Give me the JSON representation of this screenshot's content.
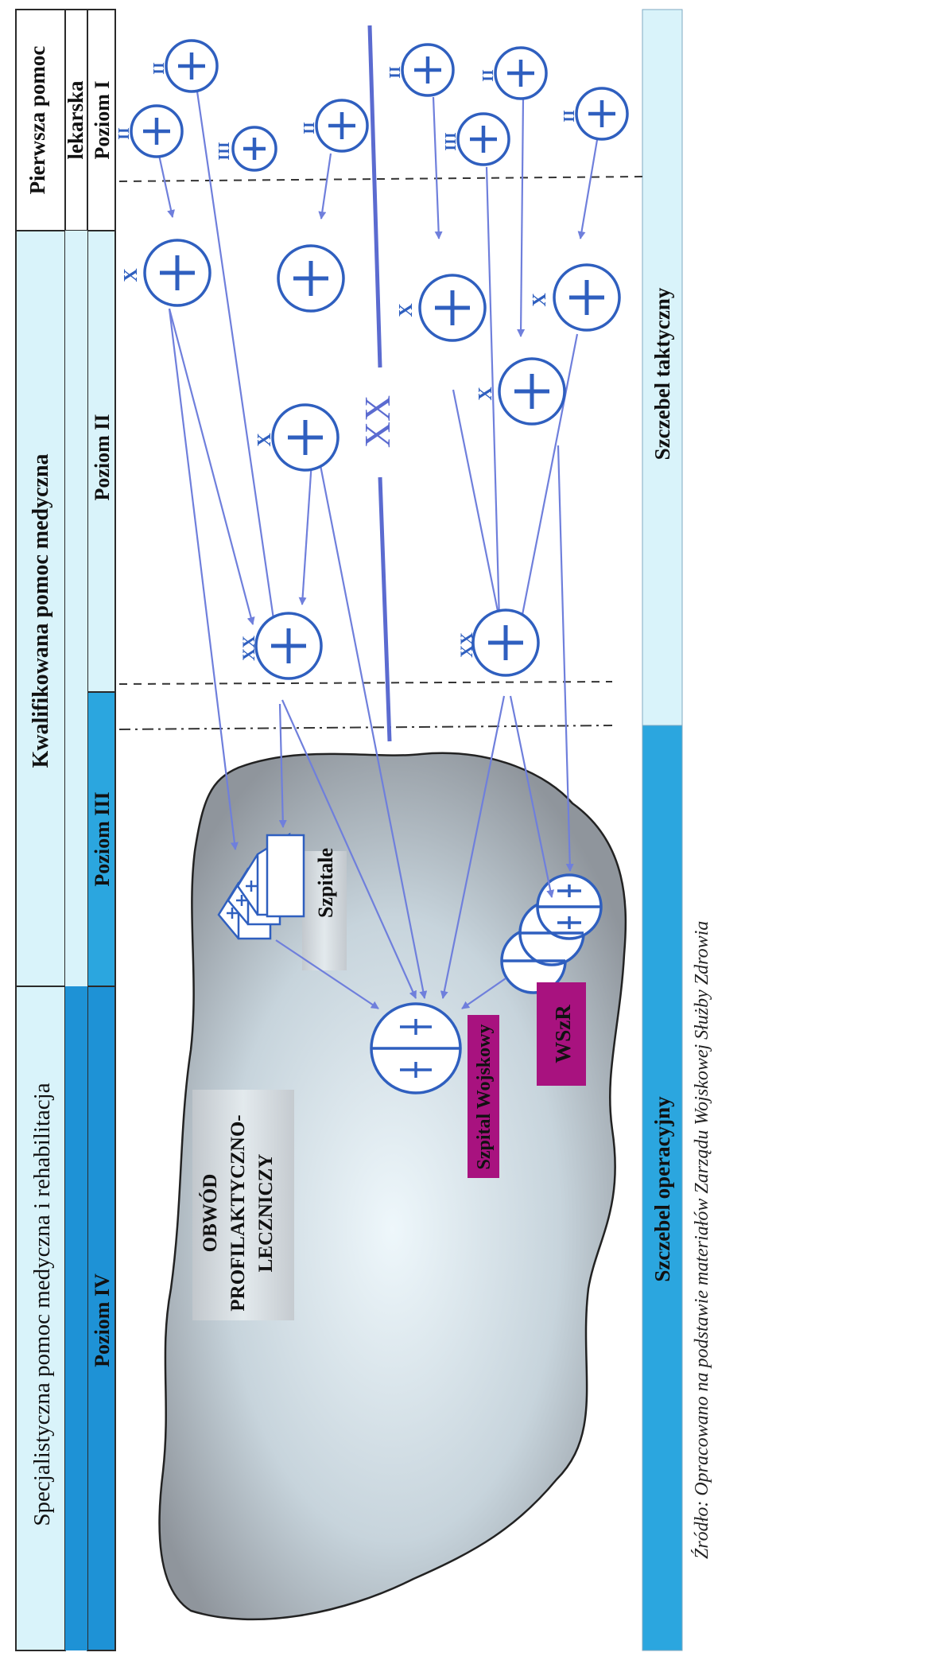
{
  "levels": {
    "first_aid": {
      "title_line1": "Pierwsza pomoc",
      "title_line2": "lekarska",
      "level": "Poziom I"
    },
    "qualified": {
      "title": "Kwalifikowana pomoc medyczna",
      "level2": "Poziom II",
      "level3": "Poziom III"
    },
    "specialist": {
      "title": "Specjalistyczna pomoc medyczna i rehabilitacja",
      "level": "Poziom IV"
    }
  },
  "echelons": {
    "tactical": "Szczebel taktyczny",
    "operational": "Szczebel operacyjny"
  },
  "unit_marks": {
    "battalion": "II",
    "regiment": "III",
    "brigade": "X",
    "division": "XX"
  },
  "division_boundary": "XX",
  "district": {
    "line1": "OBWÓD",
    "line2": "PROFILAKTYCZNO-",
    "line3": "LECZNICZY"
  },
  "facilities": {
    "hospitals": "Szpitale",
    "military_hospital": "Szpital Wojskowy",
    "rehab": "WSzR"
  },
  "source": "Źródło: Opracowano na podstawie materiałów Zarządu Wojskowej Służby Zdrowia",
  "colors": {
    "icon_blue": "#2f5fbf",
    "arrow_blue": "#6f7fdc",
    "header_dark": "#1e92d6",
    "header_mid": "#2ba6df",
    "header_light": "#d9f3fa",
    "magenta": "#a8127f",
    "region_gray": "#9ea3ab"
  }
}
